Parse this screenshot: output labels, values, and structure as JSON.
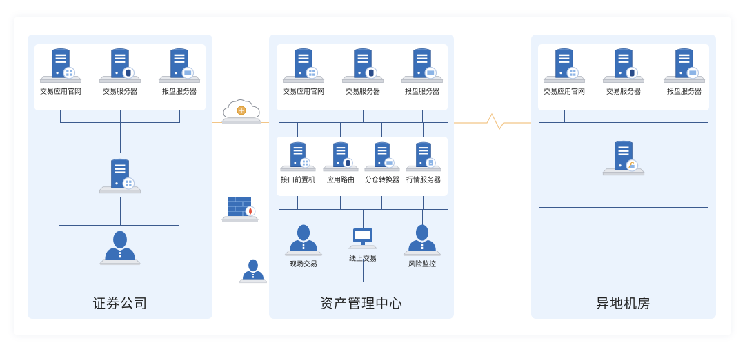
{
  "colors": {
    "zone_bg": "#ebf3fd",
    "device_blue": "#3a6fb8",
    "line_blue": "#3b5a8e",
    "wan_link": "#f2c587"
  },
  "zones": [
    {
      "title": "证券公司",
      "top_servers": [
        {
          "label": "交易应用官网",
          "icon": "server-app-icon"
        },
        {
          "label": "交易服务器",
          "icon": "server-database-icon"
        },
        {
          "label": "报盘服务器",
          "icon": "server-screen-icon"
        }
      ],
      "mid_server": {
        "icon": "server-app-icon"
      },
      "user": {
        "icon": "user-icon"
      }
    },
    {
      "title": "资产管理中心",
      "top_servers": [
        {
          "label": "交易应用官网",
          "icon": "server-app-icon"
        },
        {
          "label": "交易服务器",
          "icon": "server-database-icon"
        },
        {
          "label": "报盘服务器",
          "icon": "server-screen-icon"
        }
      ],
      "mid_servers": [
        {
          "label": "接口前置机",
          "icon": "server-app-icon"
        },
        {
          "label": "应用路由",
          "icon": "server-database-icon"
        },
        {
          "label": "分仓转换器",
          "icon": "server-screen-icon"
        },
        {
          "label": "行情服务器",
          "icon": "server-doc-icon"
        }
      ],
      "clients": [
        {
          "label": "现场交易",
          "icon": "user-icon"
        },
        {
          "label": "线上交易",
          "icon": "monitor-icon"
        },
        {
          "label": "风险监控",
          "icon": "user-icon"
        }
      ]
    },
    {
      "title": "异地机房",
      "top_servers": [
        {
          "label": "交易应用官网",
          "icon": "server-app-icon"
        },
        {
          "label": "交易服务器",
          "icon": "server-database-icon"
        },
        {
          "label": "报盘服务器",
          "icon": "server-screen-icon"
        }
      ],
      "mid_server": {
        "icon": "server-lock-icon"
      }
    }
  ],
  "connectors": {
    "cloud": {
      "icon": "cloud-icon"
    },
    "firewall": {
      "icon": "firewall-icon"
    },
    "remote_user": {
      "icon": "user-icon"
    },
    "wan_link": {
      "icon": "zigzag-link-icon"
    }
  }
}
